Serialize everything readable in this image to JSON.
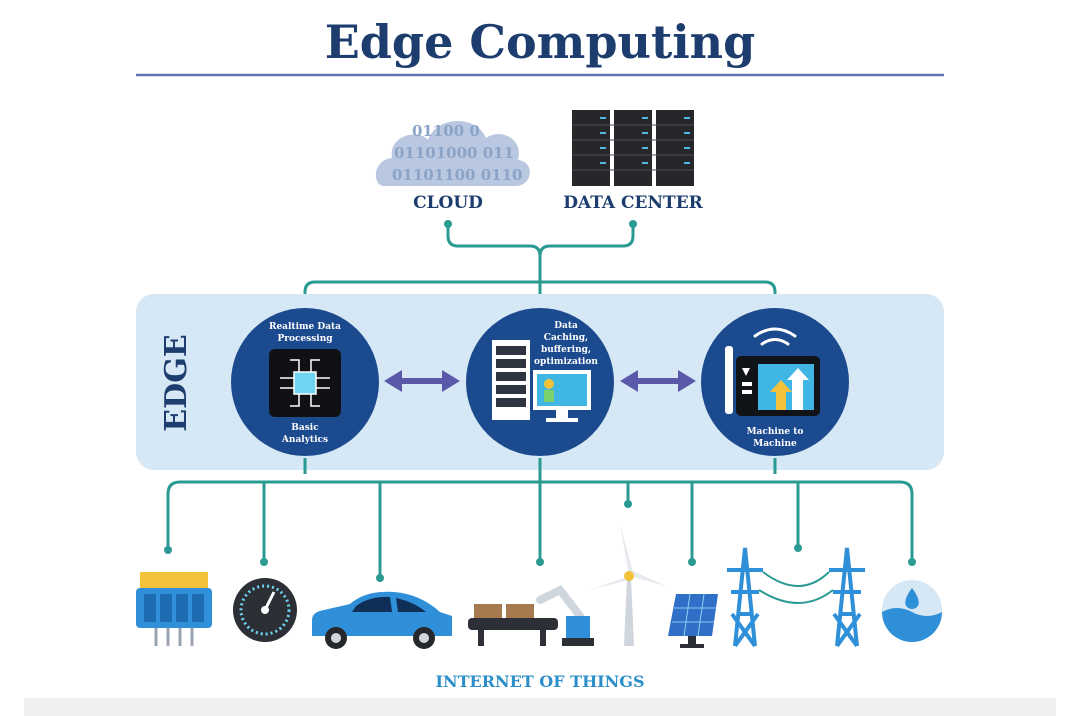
{
  "title": "Edge Computing",
  "cloud": {
    "label": "CLOUD",
    "binary_lines": [
      "01100 0",
      "01101000 011",
      "01101100 0110"
    ]
  },
  "data_center": {
    "label": "DATA CENTER"
  },
  "edge": {
    "label": "EDGE",
    "nodes": [
      {
        "top_label": [
          "Realtime Data",
          "Processing"
        ],
        "bottom_label": [
          "Basic",
          "Analytics"
        ]
      },
      {
        "top_label": [
          "Data",
          "Caching,",
          "buffering,",
          "optimization"
        ]
      },
      {
        "bottom_label": [
          "Machine to",
          "Machine"
        ]
      }
    ]
  },
  "iot": {
    "label": "INTERNET OF THINGS"
  },
  "colors": {
    "navy": "#1d3d6e",
    "node_blue": "#1c4a8e",
    "edge_panel": "#d6e8f5",
    "teal_line": "#2a9a93",
    "arrow": "#5a58a8",
    "iot_label": "#2d8fc9",
    "cloud": "#b9c7e0"
  }
}
